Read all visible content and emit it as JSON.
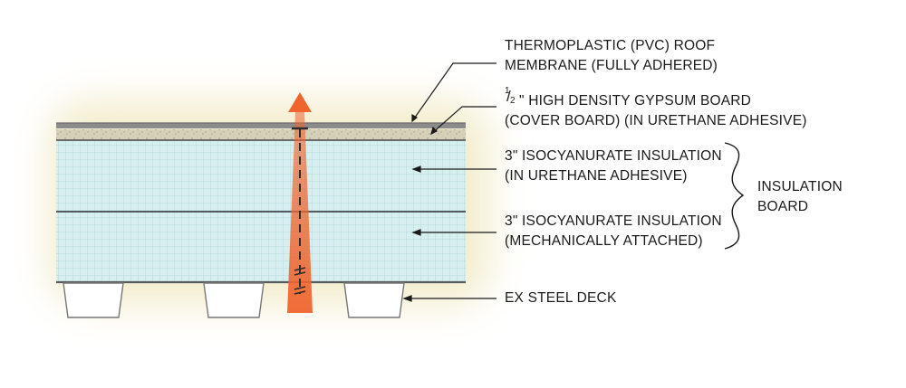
{
  "colors": {
    "glow": "#f3eccb",
    "membrane": "#8c8c8c",
    "gypsum": "#d7d0b8",
    "insulation": "#d8efef",
    "grid": "#a9d2d8",
    "layer_line": "#555c60",
    "deck_fill": "#ffffff",
    "arrow": "#f0642e",
    "leader": "#1a1a1a"
  },
  "labels": {
    "membrane_line1": "THERMOPLASTIC (PVC) ROOF",
    "membrane_line2": "MEMBRANE (FULLY ADHERED)",
    "gypsum_fraction_num": "1",
    "gypsum_fraction_den": "2",
    "gypsum_line1": "\" HIGH DENSITY GYPSUM BOARD",
    "gypsum_line2": "(COVER BOARD) (IN URETHANE ADHESIVE)",
    "insul_top_line1": "3\" ISOCYANURATE INSULATION",
    "insul_top_line2": "(IN URETHANE ADHESIVE)",
    "insul_bottom_line1": "3\" ISOCYANURATE INSULATION",
    "insul_bottom_line2": "(MECHANICALLY ATTACHED)",
    "group_line1": "INSULATION",
    "group_line2": "BOARD",
    "deck": "EX STEEL DECK"
  }
}
